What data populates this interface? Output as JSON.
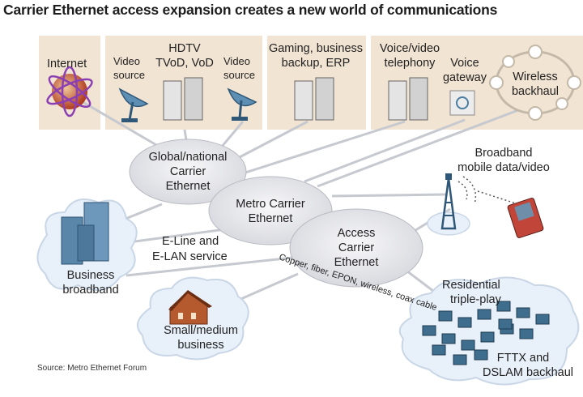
{
  "title": "Carrier Ethernet access expansion creates a new world of communications",
  "top_panels": {
    "internet": "Internet",
    "video_source_left": [
      "Video",
      "source"
    ],
    "hdtv": [
      "HDTV",
      "TVoD, VoD"
    ],
    "video_source_right": [
      "Video",
      "source"
    ],
    "gaming": [
      "Gaming, business",
      "backup, ERP"
    ],
    "voice_video": [
      "Voice/video",
      "telephony"
    ],
    "voice_gateway": [
      "Voice",
      "gateway"
    ],
    "wireless_backhaul": [
      "Wireless",
      "backhaul"
    ]
  },
  "clouds": {
    "global": [
      "Global/national",
      "Carrier",
      "Ethernet"
    ],
    "metro": [
      "Metro Carrier",
      "Ethernet"
    ],
    "access": [
      "Access",
      "Carrier",
      "Ethernet"
    ]
  },
  "labels": {
    "broadband_mobile": [
      "Broadband",
      "mobile data/video"
    ],
    "eline": [
      "E-Line and",
      "E-LAN service"
    ],
    "business_broadband": [
      "Business",
      "broadband"
    ],
    "access_media": "Copper, fiber, EPON, wireless, coax cable",
    "residential": [
      "Residential",
      "triple-play"
    ],
    "small_medium": [
      "Small/medium",
      "business"
    ],
    "fttx": [
      "FTTX and",
      "DSLAM backhaul"
    ]
  },
  "source": "Source: Metro Ethernet Forum",
  "colors": {
    "panel_bg": "#f2e4d2",
    "cloud_fill": "#e6e6ea",
    "line": "#c9ccd2",
    "building": "#5a86aa",
    "house": "#b55a2e",
    "blue_box": "#3e6d8d"
  }
}
